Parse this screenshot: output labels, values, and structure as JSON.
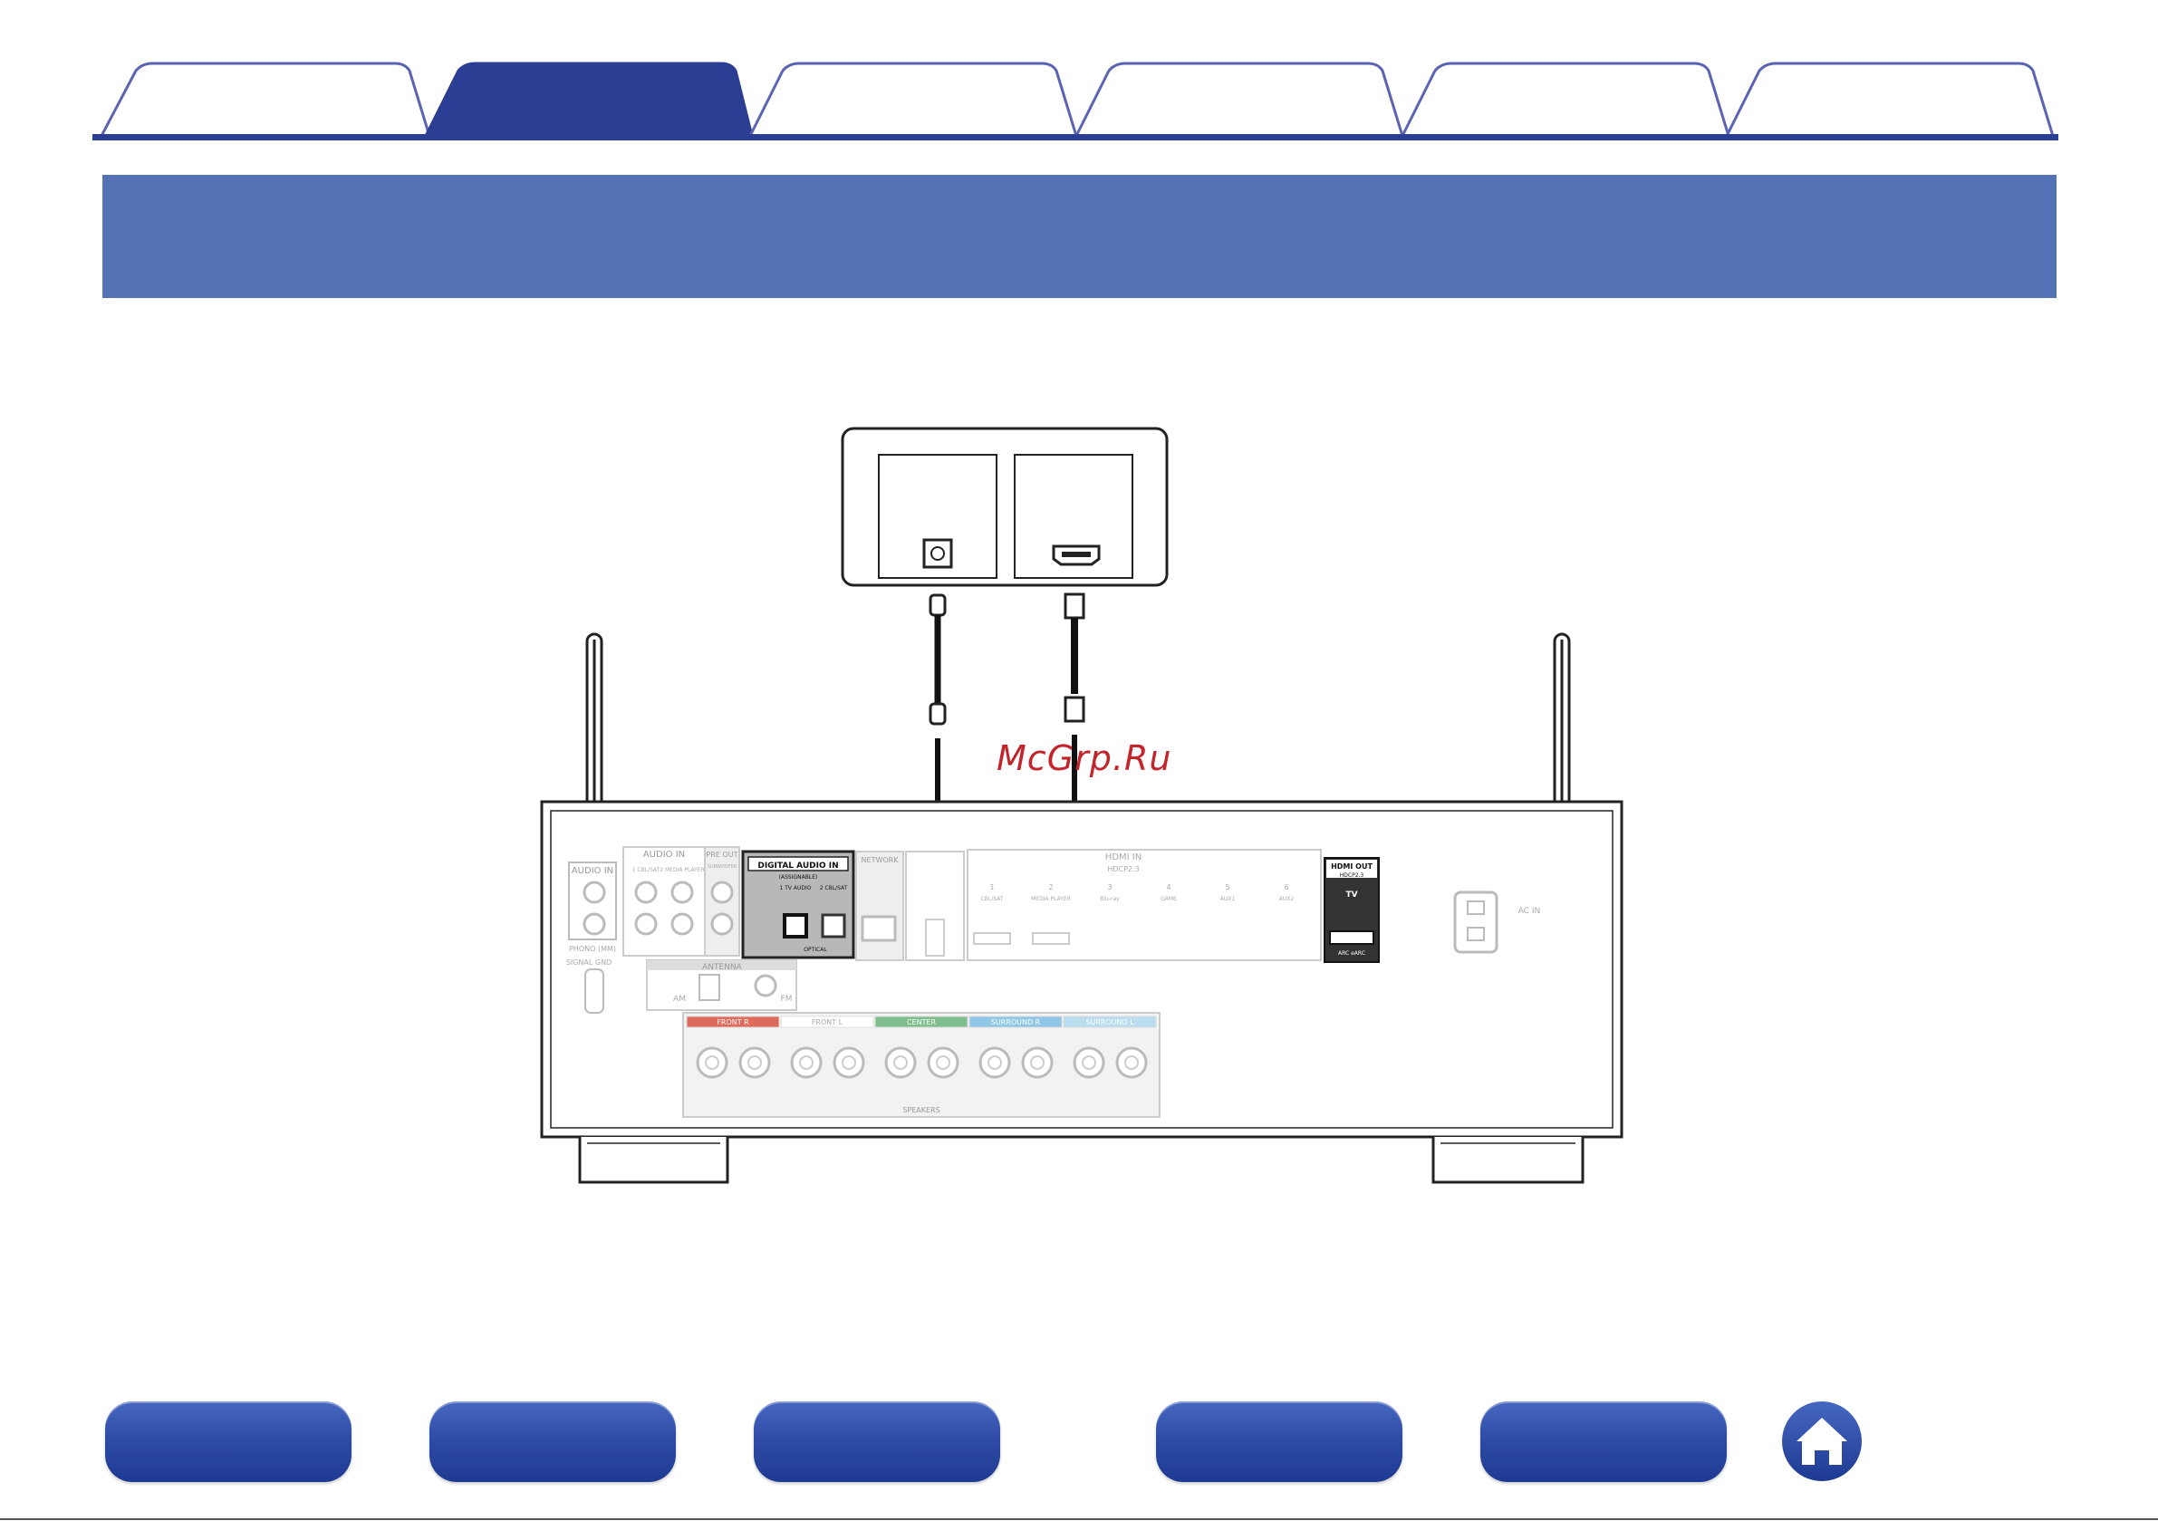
{
  "watermark": "McGrp.Ru",
  "tabs": [
    {
      "label": ""
    },
    {
      "label": "",
      "active": true
    },
    {
      "label": ""
    },
    {
      "label": ""
    },
    {
      "label": ""
    },
    {
      "label": ""
    }
  ],
  "banner": {
    "title": ""
  },
  "tv": {
    "optical_label": "",
    "hdmi_label": ""
  },
  "receiver": {
    "audio_in_label": "AUDIO IN",
    "audio_assignable": "AUDIO IN",
    "assignable_small": "(ASSIGNABLE)",
    "pre_out": "PRE OUT",
    "subwoofer": "SUBWOOFER",
    "phono": "PHONO (MM)",
    "signal_gnd": "SIGNAL GND",
    "cbl_sat": "1 CBL/SAT",
    "media_player": "2 MEDIA PLAYER",
    "digital_audio_in": "DIGITAL AUDIO IN",
    "digital_assignable": "(ASSIGNABLE)",
    "optical_1": "1 TV AUDIO",
    "optical_2": "2 CBL/SAT",
    "optical": "OPTICAL",
    "network": "NETWORK",
    "antenna": "ANTENNA",
    "am": "AM",
    "fm": "FM",
    "hdmi_in": "HDMI IN",
    "hdcp_in": "HDCP2.3",
    "hdmi_in_ports": [
      "CBL/SAT",
      "MEDIA PLAYER",
      "Blu-ray",
      "GAME",
      "AUX1",
      "AUX2"
    ],
    "hdmi_in_numbers": [
      "1",
      "2",
      "3",
      "4",
      "5",
      "6"
    ],
    "hdmi_out": "HDMI OUT",
    "hdcp_out": "HDCP2.3",
    "tv": "TV",
    "arc": "ARC eARC",
    "ac_in": "AC IN",
    "speakers": "SPEAKERS",
    "speaker_groups": [
      {
        "label": "FRONT R",
        "color": "#e06a5c"
      },
      {
        "label": "FRONT L",
        "color": "#ffffff"
      },
      {
        "label": "CENTER",
        "color": "#7fbf8e"
      },
      {
        "label": "SURROUND R",
        "color": "#8ec8e6"
      },
      {
        "label": "SURROUND L",
        "color": "#b9dcef"
      }
    ]
  },
  "nav_buttons": [
    {
      "label": ""
    },
    {
      "label": ""
    },
    {
      "label": ""
    },
    {
      "label": ""
    },
    {
      "label": ""
    }
  ],
  "home_icon": "house-icon",
  "colors": {
    "primary": "#2c3e94",
    "banner": "#5672b6",
    "tab_border": "#5b63b3"
  }
}
